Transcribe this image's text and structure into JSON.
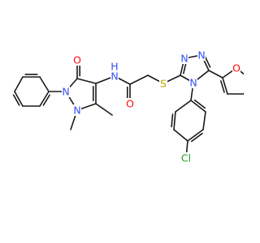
{
  "structure": {
    "atoms": [
      {
        "id": "O1",
        "symbol": "O",
        "label": "O",
        "color": "#ff0d0d"
      },
      {
        "id": "N1",
        "symbol": "N",
        "label": "N",
        "color": "#3050f8"
      },
      {
        "id": "N2",
        "symbol": "N",
        "label": "N",
        "color": "#3050f8"
      },
      {
        "id": "N3",
        "symbol": "N",
        "label": "N",
        "color": "#3050f8"
      },
      {
        "id": "H1",
        "symbol": "H",
        "label": "H",
        "color": "#3050f8"
      },
      {
        "id": "O2",
        "symbol": "O",
        "label": "O",
        "color": "#ff0d0d"
      },
      {
        "id": "S1",
        "symbol": "S",
        "label": "S",
        "color": "#b8a000"
      },
      {
        "id": "N4",
        "symbol": "N",
        "label": "N",
        "color": "#3050f8"
      },
      {
        "id": "N5",
        "symbol": "N",
        "label": "N",
        "color": "#3050f8"
      },
      {
        "id": "N6",
        "symbol": "N",
        "label": "N",
        "color": "#3050f8"
      },
      {
        "id": "O3",
        "symbol": "O",
        "label": "O",
        "color": "#ff0d0d"
      },
      {
        "id": "Cl1",
        "symbol": "Cl",
        "label": "Cl",
        "color": "#1fa01f"
      }
    ]
  }
}
